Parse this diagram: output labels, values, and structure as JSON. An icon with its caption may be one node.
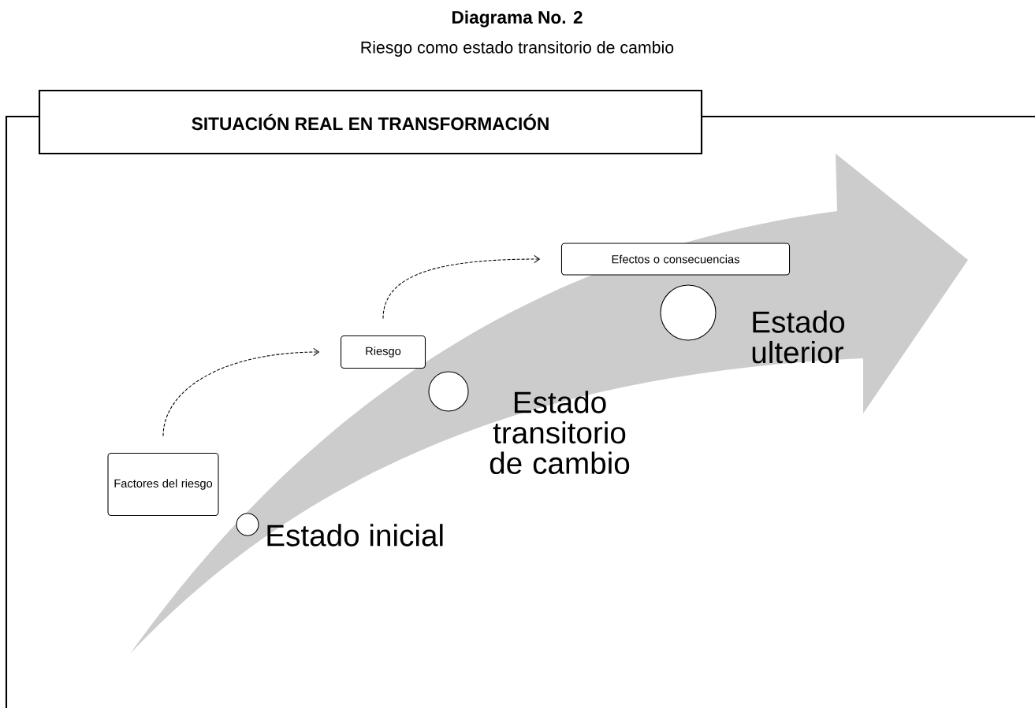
{
  "diagram": {
    "title": "Diagrama No. 2",
    "nodes": [
      {
        "text": [
          "SITUACIÓN REAL EN TRANSFORMACIÓN"
        ]
      },
      {
        "text": [
          "Factores del riesgo"
        ]
      },
      {
        "text": [
          "Riesgo"
        ]
      },
      {
        "text": [
          "Efectos o consecuencias"
        ]
      },
      {
        "text": [],
        "shape": "circle",
        "beside": [
          "Estado inicial"
        ]
      },
      {
        "text": [],
        "shape": "circle",
        "beside": [
          "Estado transitorio de cambio"
        ]
      },
      {
        "text": [],
        "shape": "circle",
        "beside": [
          "Estado ulterior"
        ]
      }
    ],
    "edges": [
      {
        "from": 1,
        "to": 2,
        "arrow": "to",
        "style": "dashed"
      },
      {
        "from": 2,
        "to": 3,
        "arrow": "to",
        "style": "dashed"
      }
    ],
    "labels": [
      "Riesgo como estado transitorio de cambio"
    ]
  }
}
